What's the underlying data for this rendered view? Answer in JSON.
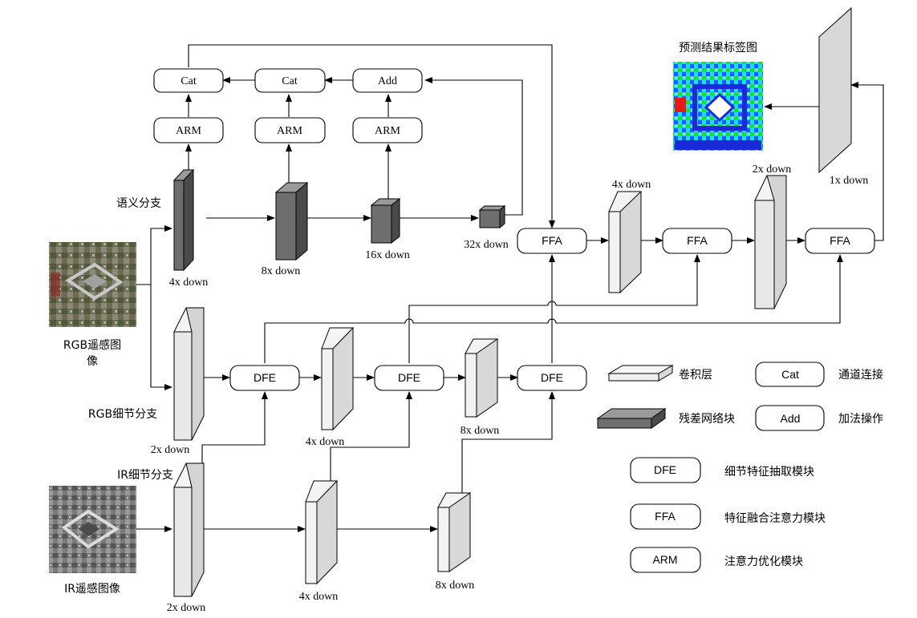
{
  "modules": {
    "cat": "Cat",
    "add": "Add",
    "arm": "ARM",
    "ffa": "FFA",
    "dfe": "DFE"
  },
  "labels": {
    "semantic_branch": "语义分支",
    "rgb_image_line1": "RGB遥感图",
    "rgb_image_line2": "像",
    "rgb_detail_branch": "RGB细节分支",
    "ir_detail_branch": "IR细节分支",
    "ir_image": "IR遥感图像",
    "prediction_map": "预测结果标签图"
  },
  "scales": {
    "down1": "1x down",
    "down2": "2x down",
    "down4": "4x down",
    "down8": "8x down",
    "down16": "16x down",
    "down32": "32x down"
  },
  "legend": {
    "conv_layer": "卷积层",
    "residual_block": "残差网络块",
    "channel_concat": "通道连接",
    "add_op": "加法操作",
    "dfe_desc": "细节特征抽取模块",
    "ffa_desc": "特征融合注意力模块",
    "arm_desc": "注意力优化模块"
  },
  "colors": {
    "conv_front": "#d8d8d8",
    "conv_top": "#f4f4f4",
    "res_front": "#6e6e6e",
    "res_top": "#9a9a9a",
    "res_side": "#444444"
  }
}
